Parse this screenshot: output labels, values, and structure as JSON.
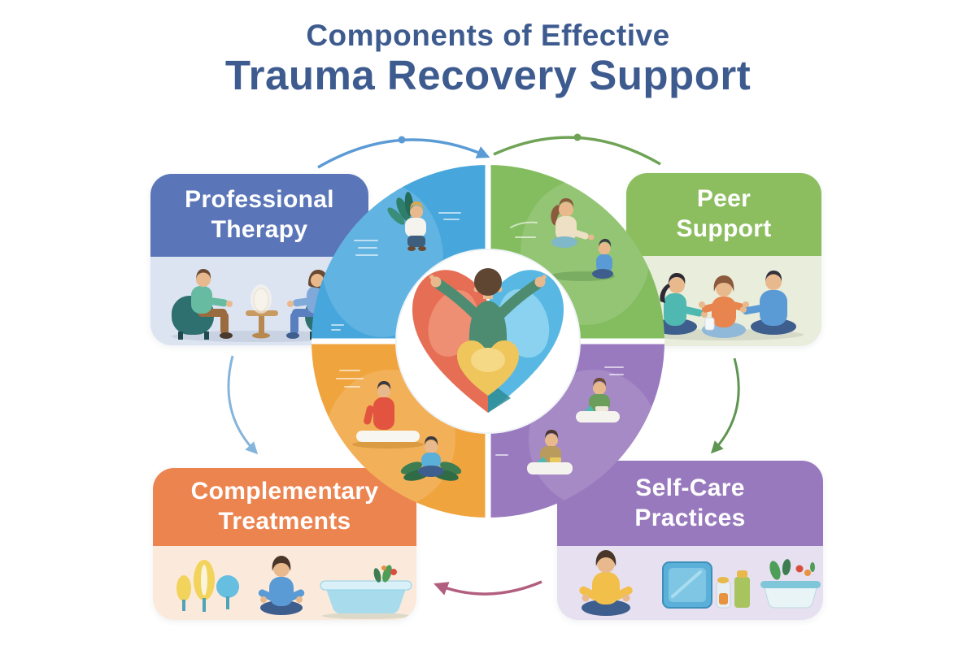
{
  "title": {
    "line1": "Components of Effective",
    "line2": "Trauma Recovery Support",
    "color": "#3E5B8F"
  },
  "cards": [
    {
      "id": "professional-therapy",
      "label_line1": "Professional",
      "label_line2": "Therapy",
      "header_color": "#5B76B8",
      "body_color": "#DCE3F1",
      "illustration": "therapy-session-icon"
    },
    {
      "id": "peer-support",
      "label_line1": "Peer",
      "label_line2": "Support",
      "header_color": "#8CBE60",
      "body_color": "#E9EDDB",
      "illustration": "peer-group-circle-icon"
    },
    {
      "id": "complementary-treatments",
      "label_line1": "Complementary",
      "label_line2": "Treatments",
      "header_color": "#EC8450",
      "body_color": "#FBEADC",
      "illustration": "trees-meditation-bath-icon"
    },
    {
      "id": "self-care-practices",
      "label_line1": "Self-Care",
      "label_line2": "Practices",
      "header_color": "#9879BD",
      "body_color": "#E7E0F0",
      "illustration": "meditation-journal-plants-icon"
    }
  ],
  "ring": {
    "center_illustration": "person-embracing-heart-icon",
    "quadrant_colors": {
      "top_left": "#47A7DD",
      "top_right": "#83BD60",
      "bottom_left": "#F0A43E",
      "bottom_right": "#9A7ABF"
    },
    "heart_colors": {
      "left": "#E56E55",
      "right": "#58B8E3",
      "inner": "#EFC65C"
    }
  },
  "arrows": {
    "top_left_color": "#5B9BD5",
    "top_right_color": "#6FA355",
    "left_down_color": "#85B5DC",
    "right_down_color": "#5E9551",
    "bottom_color": "#B25F7F"
  }
}
